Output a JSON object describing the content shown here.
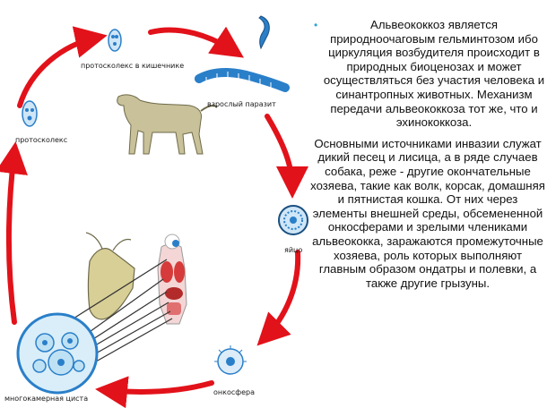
{
  "diagram": {
    "labels": {
      "protoscolex_intestine": "протосколекс в кишечнике",
      "adult_parasite": "взрослый паразит",
      "protoscolex": "протосколекс",
      "egg": "яйцо",
      "oncosphere": "онкосфера",
      "multichamber_cyst": "многокамерная циста"
    }
  },
  "text": {
    "para1": "Альвеококкоз является природноочаговым гельминтозом ибо циркуляция возбудителя происходит в природных биоценозах и может осуществляться без участия человека и синантропных животных. Механизм передачи альвеококкоза тот же, что и эхинококкоза.",
    "para2": "Основными источниками инвазии служат дикий песец и лисица, а в ряде случаев собака, реже - другие окончательные хозяева, такие как волк, корсак, домашняя и пятнистая кошка. От них через элементы внешней среды, обсемененной онкосферами и зрелыми члениками альвеококка, заражаются промежуточные хозяева, роль которых выполняют главным образом ондатры и полевки, а также другие грызуны."
  },
  "colors": {
    "arrow": "#e2121a",
    "bullet": "#2aa7d6",
    "organism_blue": "#2a7fc9",
    "organ_red": "#d63a3a"
  }
}
